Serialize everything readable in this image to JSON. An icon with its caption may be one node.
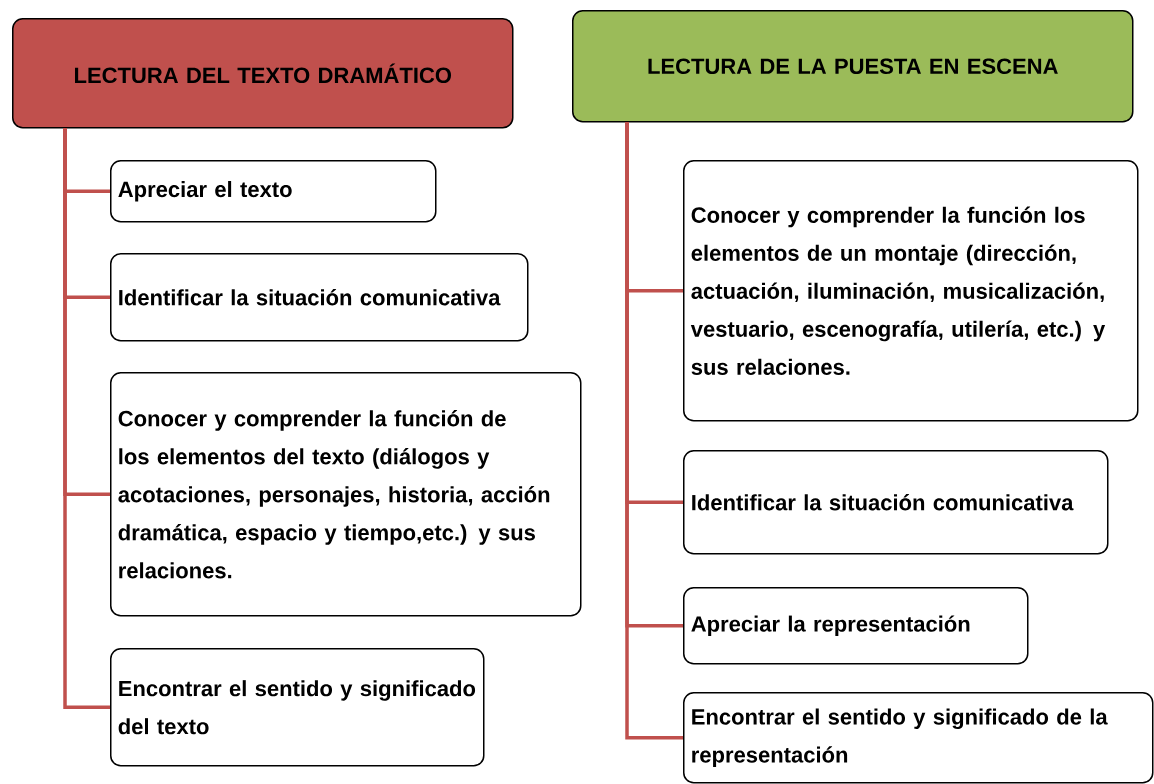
{
  "diagram": {
    "nodes": [
      {
        "text": [
          "LECTURA DEL TEXTO DRAMÁTICO"
        ]
      },
      {
        "text": [
          "Apreciar el texto"
        ]
      },
      {
        "text": [
          "Identificar la situación comunicativa"
        ]
      },
      {
        "text": [
          "Conocer y comprender la función de los elementos del texto (diálogos y acotaciones, personajes, historia, acción dramática, espacio y tiempo,etc.) y sus relaciones."
        ]
      },
      {
        "text": [
          "Encontrar el sentido y significado del texto"
        ]
      },
      {
        "text": [
          "LECTURA DE LA PUESTA EN ESCENA"
        ]
      },
      {
        "text": [
          "Conocer y comprender la función los elementos de un montaje (dirección, actuación, iluminación, musicalización, vestuario, escenografía, utilería, etc.) y sus relaciones."
        ]
      },
      {
        "text": [
          "Identificar la situación comunicativa"
        ]
      },
      {
        "text": [
          "Apreciar la representación"
        ]
      },
      {
        "text": [
          "Encontrar el sentido y significado de la representación"
        ]
      }
    ],
    "edges": [
      {
        "from": 0,
        "to": 1,
        "arrow": "none"
      },
      {
        "from": 0,
        "to": 2,
        "arrow": "none"
      },
      {
        "from": 0,
        "to": 3,
        "arrow": "none"
      },
      {
        "from": 0,
        "to": 4,
        "arrow": "none"
      },
      {
        "from": 5,
        "to": 6,
        "arrow": "none"
      },
      {
        "from": 5,
        "to": 7,
        "arrow": "none"
      },
      {
        "from": 5,
        "to": 8,
        "arrow": "none"
      },
      {
        "from": 5,
        "to": 9,
        "arrow": "none"
      }
    ]
  }
}
